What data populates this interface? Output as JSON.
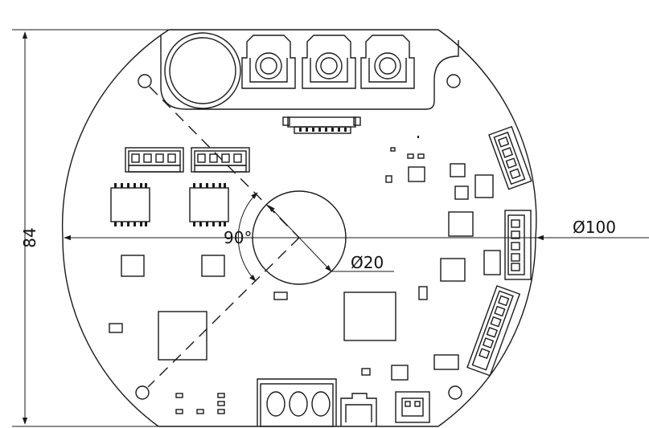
{
  "dimensions": {
    "height_label": "84",
    "outer_diameter_label": "Ø100",
    "inner_diameter_label": "Ø20",
    "angle_label": "90°"
  }
}
